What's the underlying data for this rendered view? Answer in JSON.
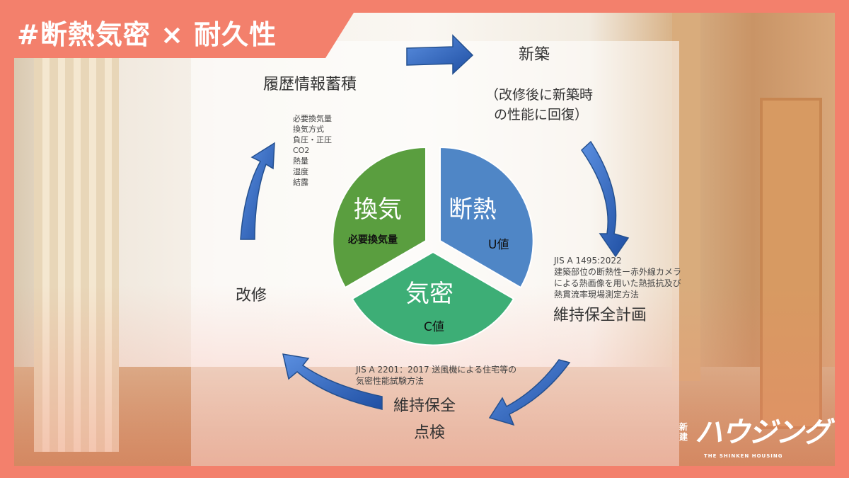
{
  "banner": {
    "title": "#断熱気密 × 耐久性"
  },
  "cycle": {
    "new_build": "新築",
    "new_build_note": [
      "（改修後に新築時",
      "の性能に回復）"
    ],
    "maintenance_plan": "維持保全計画",
    "maintenance": "維持保全",
    "inspection": "点検",
    "renovation": "改修",
    "history": "履歴情報蓄積"
  },
  "pie": {
    "ventilation": {
      "label": "換気",
      "sub": "必要換気量",
      "color": "#5a9e3f"
    },
    "insulation": {
      "label": "断熱",
      "sub": "U値",
      "color": "#4f86c6"
    },
    "airtight": {
      "label": "気密",
      "sub": "C値",
      "color": "#3aaa72"
    }
  },
  "ventilation_items": [
    "必要換気量",
    "換気方式",
    "負圧・正圧",
    "CO2",
    "熱量",
    "湿度",
    "結露"
  ],
  "jis_insulation": [
    "JIS A 1495:2022",
    "建築部位の断熱性ー赤外線カメラ",
    "による熱画像を用いた熱抵抗及び",
    "熱貫流率現場測定方法"
  ],
  "jis_airtight": [
    "JIS A 2201：2017 送風機による住宅等の",
    "気密性能試験方法"
  ],
  "logo": {
    "kanji": "新建",
    "main": "ハウジング",
    "sub": "THE SHINKEN HOUSING"
  },
  "colors": {
    "frame": "#f3806c",
    "arrow": "#2f62b8"
  }
}
